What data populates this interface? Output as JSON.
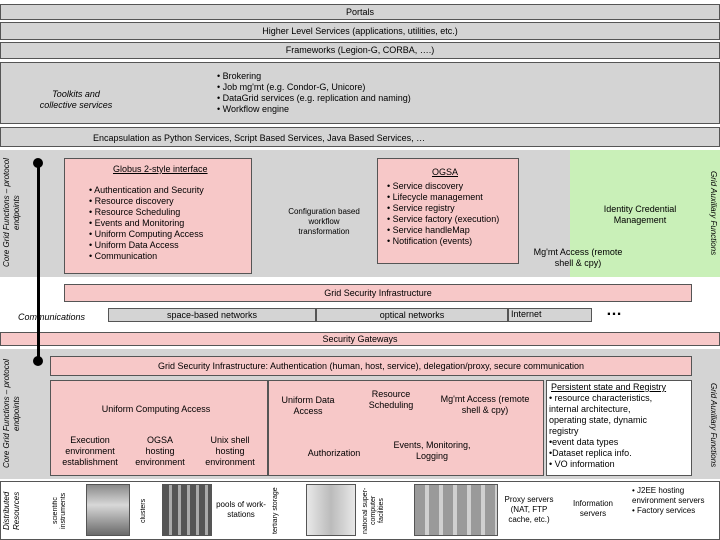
{
  "portals": "Portals",
  "higher_level": "Higher Level Services (applications, utilities, etc.)",
  "frameworks": "Frameworks (Legion-G, CORBA, ….)",
  "toolkits": {
    "label_lines": [
      "Toolkits and",
      "collective services"
    ],
    "items": [
      "• Brokering",
      "• Job mg'mt (e.g. Condor-G, Unicore)",
      "• DataGrid services (e.g. replication and naming)",
      "• Workflow engine"
    ]
  },
  "encapsulation": "Encapsulation as Python Services, Script Based Services, Java Based Services, …",
  "upper_core": {
    "side_label": "Core Grid Functions – protocol endpoints",
    "globus_title": "Globus 2-style interface",
    "globus_items": [
      "• Authentication and Security",
      "• Resource discovery",
      "• Resource Scheduling",
      "• Events and Monitoring",
      "• Uniform Computing Access",
      "• Uniform Data Access",
      "• Communication"
    ],
    "configuration": "Configuration based workflow transformation",
    "ogsa_title": "OGSA",
    "ogsa_items": [
      "• Service discovery",
      "• Lifecycle management",
      "• Service registry",
      "• Service factory (execution)",
      "• Service handleMap",
      "• Notification (events)"
    ],
    "identity": "Identity Credential Management",
    "mgmt_access": "Mg'mt Access (remote shell & cpy)",
    "aux_label": "Grid Auxiliary Functions"
  },
  "grid_security": "Grid Security Infrastructure",
  "communications": {
    "label": "Communications",
    "items": [
      "space-based networks",
      "optical networks",
      "Internet"
    ],
    "ellipsis": "…"
  },
  "security_gateways": "Security Gateways",
  "gsi_auth": "Grid Security Infrastructure: Authentication (human, host, service), delegation/proxy, secure communication",
  "lower_core": {
    "side_label": "Core Grid Functions – protocol endpoints",
    "uniform_computing": "Uniform Computing Access",
    "execution": [
      "Execution",
      "environment",
      "establishment"
    ],
    "ogsa_hosting": [
      "OGSA",
      "hosting",
      "environment"
    ],
    "unix_shell": [
      "Unix shell",
      "hosting",
      "environment"
    ],
    "uniform_data": "Uniform Data Access",
    "resource_scheduling": "Resource Scheduling",
    "mgmt_access": "Mg'mt Access (remote shell & cpy)",
    "authorization": "Authorization",
    "events": "Events, Monitoring, Logging",
    "persistent_title": "Persistent state and Registry",
    "persistent_items": [
      "• resource characteristics,",
      "internal architecture,",
      "operating state, dynamic",
      "registry",
      "•event data types",
      "•Dataset replica info.",
      "• VO information"
    ],
    "aux_label": "Grid Auxiliary Functions"
  },
  "distributed": {
    "side_label": "Distributed Resources",
    "scientific": "scientific instruments",
    "clusters": "clusters",
    "pools": "pools of work-stations",
    "tertiary": "tertiary storage",
    "national": "national super-computer facilities",
    "proxy": "Proxy servers (NAT, FTP cache, etc.)",
    "information": "Information servers",
    "j2ee_items": [
      "• J2EE hosting environment servers",
      "• Factory services"
    ]
  }
}
